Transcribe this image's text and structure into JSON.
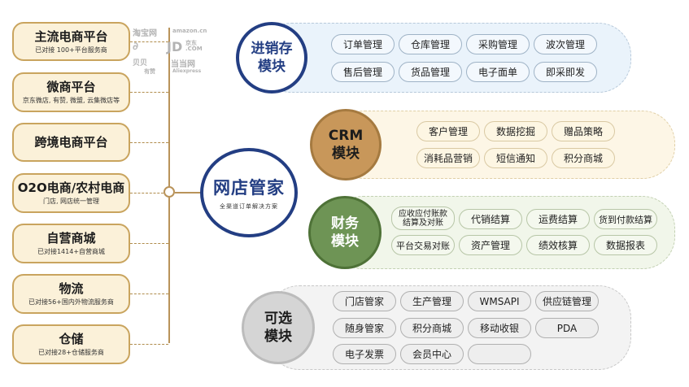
{
  "center": {
    "title": "网店管家",
    "subtitle": "全渠道订单解决方案"
  },
  "channels": [
    {
      "title": "主流电商平台",
      "sub": "已对接 100+平台服务商"
    },
    {
      "title": "微商平台",
      "sub": "京东微店, 有赞, 微盟, 云集微店等"
    },
    {
      "title": "跨境电商平台",
      "sub": ""
    },
    {
      "title": "O2O电商/农村电商",
      "sub": "门店, 网店统一管理"
    },
    {
      "title": "自营商城",
      "sub": "已对接1414+自营商城"
    },
    {
      "title": "物流",
      "sub": "已对接56+国内外物流服务商"
    },
    {
      "title": "仓储",
      "sub": "已对接28+仓储服务商"
    }
  ],
  "logos": [
    "淘宝网",
    "amazon.cn",
    "JD",
    "京东",
    ".COM",
    "贝贝",
    "当当网",
    "有赞",
    "Aliexpress"
  ],
  "modules": [
    {
      "name_line1": "进销存",
      "name_line2": "模块",
      "items": [
        "订单管理",
        "仓库管理",
        "采购管理",
        "波次管理",
        "售后管理",
        "货品管理",
        "电子面单",
        "即采即发"
      ]
    },
    {
      "name_line1": "CRM",
      "name_line2": "模块",
      "items": [
        "客户管理",
        "数据挖掘",
        "赠品策略",
        "消耗品营销",
        "短信通知",
        "积分商城"
      ]
    },
    {
      "name_line1": "财务",
      "name_line2": "模块",
      "items": [
        "应收应付账款",
        "结算及对账",
        "代销结算",
        "运费结算",
        "货到付款结算",
        "平台交易对账",
        "资产管理",
        "绩效核算",
        "数据报表"
      ]
    },
    {
      "name_line1": "可选",
      "name_line2": "模块",
      "items": [
        "门店管家",
        "生产管理",
        "WMSAPI",
        "供应链管理",
        "随身管家",
        "积分商城",
        "移动收银",
        "PDA",
        "电子发票",
        "会员中心"
      ]
    }
  ],
  "colors": {
    "navy": "#233e83",
    "gold": "#b9935a",
    "crm": "#c8975a",
    "finance": "#6e9455",
    "optional": "#d5d5d5"
  }
}
